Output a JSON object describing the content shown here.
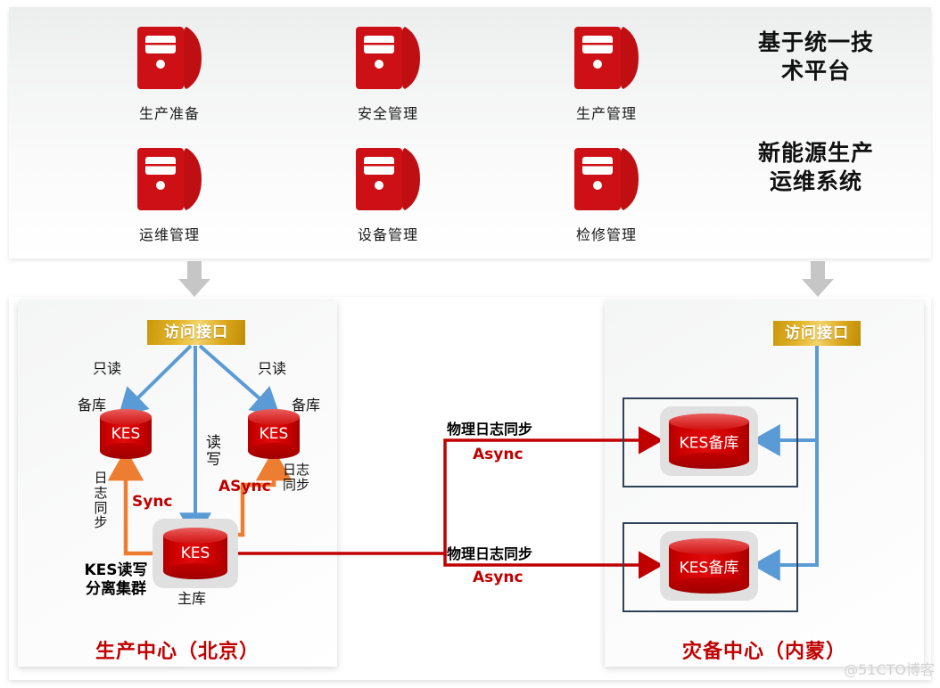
{
  "top": {
    "apps": [
      {
        "label": "生产准备",
        "icon": "server-icon"
      },
      {
        "label": "安全管理",
        "icon": "server-icon"
      },
      {
        "label": "生产管理",
        "icon": "server-icon"
      },
      {
        "label": "运维管理",
        "icon": "server-icon"
      },
      {
        "label": "设备管理",
        "icon": "server-icon"
      },
      {
        "label": "检修管理",
        "icon": "server-icon"
      }
    ],
    "title_1": "基于统一技\n术平台",
    "title_1_line1": "基于统一技",
    "title_1_line2": "术平台",
    "title_2_line1": "新能源生产",
    "title_2_line2": "运维系统"
  },
  "flow": {
    "down_arrow_icon": "arrow-down-icon"
  },
  "production": {
    "name": "生产中心（北京）",
    "access_interface": "访问接口",
    "readonly_left": "只读",
    "readonly_right": "只读",
    "standby_left": "备库",
    "standby_right": "备库",
    "readwrite": "读写",
    "db_left": "KES",
    "db_right": "KES",
    "db_main": "KES",
    "main_role": "主库",
    "log_sync_left": "日志同步",
    "log_sync_right": "日志同步",
    "sync_label": "Sync",
    "async_label": "ASync",
    "cluster_label_line1": "KES读写",
    "cluster_label_line2": "分离集群"
  },
  "disaster": {
    "name": "灾备中心（内蒙）",
    "access_interface": "访问接口",
    "nodes": [
      {
        "db": "KES备库"
      },
      {
        "db": "KES备库"
      }
    ],
    "links": [
      {
        "title": "物理日志同步",
        "mode": "Async"
      },
      {
        "title": "物理日志同步",
        "mode": "Async"
      }
    ]
  },
  "watermark": "@51CTO博客",
  "colors": {
    "brand_red": "#c00000",
    "db_red": "#cc0000",
    "gold": "#d9a51a",
    "blue": "#5b9bd5",
    "orange": "#ed7d31",
    "node_border": "#2f4257"
  }
}
